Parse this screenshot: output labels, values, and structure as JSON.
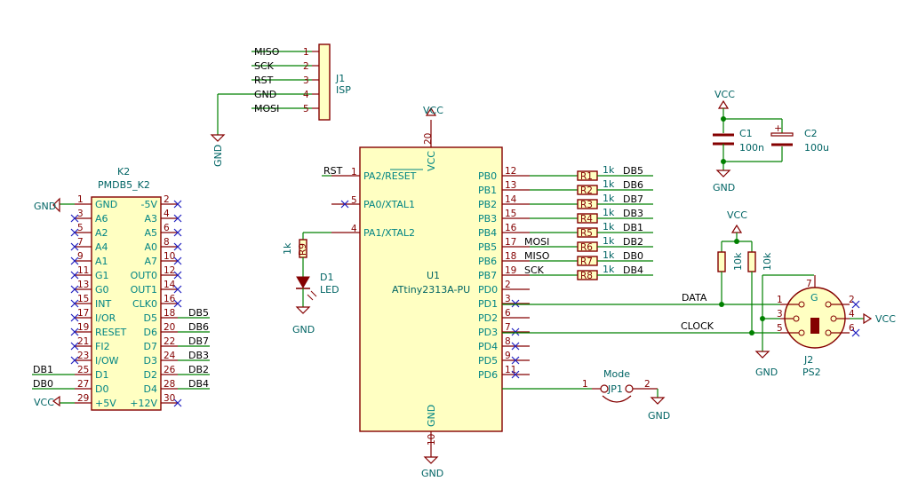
{
  "isp": {
    "ref": "J1",
    "value": "ISP",
    "pins": [
      {
        "num": "1",
        "net": "MISO"
      },
      {
        "num": "2",
        "net": "SCK"
      },
      {
        "num": "3",
        "net": "RST"
      },
      {
        "num": "4",
        "net": "GND"
      },
      {
        "num": "5",
        "net": "MOSI"
      }
    ],
    "gnd_label": "GND"
  },
  "mcu": {
    "ref": "U1",
    "value": "ATtiny2313A-PU",
    "vcc_label": "VCC",
    "vcc_pin": "20",
    "gnd_label": "GND",
    "gnd_pin": "10",
    "left_pins": [
      {
        "num": "1",
        "name": "PA2/RESET",
        "net": "RST"
      },
      {
        "num": "5",
        "name": "PA0/XTAL1",
        "net": ""
      },
      {
        "num": "4",
        "name": "PA1/XTAL2",
        "net": ""
      }
    ],
    "right_pins": [
      {
        "num": "12",
        "name": "PB0",
        "net": ""
      },
      {
        "num": "13",
        "name": "PB1",
        "net": ""
      },
      {
        "num": "14",
        "name": "PB2",
        "net": ""
      },
      {
        "num": "15",
        "name": "PB3",
        "net": ""
      },
      {
        "num": "16",
        "name": "PB4",
        "net": ""
      },
      {
        "num": "17",
        "name": "PB5",
        "net": "MOSI"
      },
      {
        "num": "18",
        "name": "PB6",
        "net": "MISO"
      },
      {
        "num": "19",
        "name": "PB7",
        "net": "SCK"
      },
      {
        "num": "2",
        "name": "PD0",
        "net": "DATA"
      },
      {
        "num": "3",
        "name": "PD1",
        "net": ""
      },
      {
        "num": "6",
        "name": "PD2",
        "net": "CLOCK"
      },
      {
        "num": "7",
        "name": "PD3",
        "net": ""
      },
      {
        "num": "8",
        "name": "PD4",
        "net": ""
      },
      {
        "num": "9",
        "name": "PD5",
        "net": ""
      },
      {
        "num": "11",
        "name": "PD6",
        "net": ""
      }
    ]
  },
  "resistors": [
    {
      "ref": "R1",
      "value": "1k",
      "net": "DB5"
    },
    {
      "ref": "R2",
      "value": "1k",
      "net": "DB6"
    },
    {
      "ref": "R3",
      "value": "1k",
      "net": "DB7"
    },
    {
      "ref": "R4",
      "value": "1k",
      "net": "DB3"
    },
    {
      "ref": "R5",
      "value": "1k",
      "net": "DB1"
    },
    {
      "ref": "R6",
      "value": "1k",
      "net": "DB2"
    },
    {
      "ref": "R7",
      "value": "1k",
      "net": "DB0"
    },
    {
      "ref": "R8",
      "value": "1k",
      "net": "DB4"
    }
  ],
  "led": {
    "r_ref": "R9",
    "r_value": "1k",
    "ref": "D1",
    "value": "LED",
    "gnd_label": "GND"
  },
  "pmod": {
    "ref": "K2",
    "value": "PMDB5_K2",
    "gnd_label": "GND",
    "vcc_label": "VCC",
    "rows": [
      {
        "ln": "1",
        "lname": "GND",
        "rname": "-5V",
        "rn": "2",
        "lnet": "",
        "rnet": ""
      },
      {
        "ln": "3",
        "lname": "A6",
        "rname": "A3",
        "rn": "4",
        "lnet": "",
        "rnet": ""
      },
      {
        "ln": "5",
        "lname": "A2",
        "rname": "A5",
        "rn": "6",
        "lnet": "",
        "rnet": ""
      },
      {
        "ln": "7",
        "lname": "A4",
        "rname": "A0",
        "rn": "8",
        "lnet": "",
        "rnet": ""
      },
      {
        "ln": "9",
        "lname": "A1",
        "rname": "A7",
        "rn": "10",
        "lnet": "",
        "rnet": ""
      },
      {
        "ln": "11",
        "lname": "G1",
        "rname": "OUT0",
        "rn": "12",
        "lnet": "",
        "rnet": ""
      },
      {
        "ln": "13",
        "lname": "G0",
        "rname": "OUT1",
        "rn": "14",
        "lnet": "",
        "rnet": ""
      },
      {
        "ln": "15",
        "lname": "INT",
        "rname": "CLK0",
        "rn": "16",
        "lnet": "",
        "rnet": ""
      },
      {
        "ln": "17",
        "lname": "I/OR",
        "rname": "D5",
        "rn": "18",
        "lnet": "",
        "rnet": "DB5"
      },
      {
        "ln": "19",
        "lname": "RESET",
        "rname": "D6",
        "rn": "20",
        "lnet": "",
        "rnet": "DB6"
      },
      {
        "ln": "21",
        "lname": "FI2",
        "rname": "D7",
        "rn": "22",
        "lnet": "",
        "rnet": "DB7"
      },
      {
        "ln": "23",
        "lname": "I/OW",
        "rname": "D3",
        "rn": "24",
        "lnet": "",
        "rnet": "DB3"
      },
      {
        "ln": "25",
        "lname": "D1",
        "rname": "D2",
        "rn": "26",
        "lnet": "DB1",
        "rnet": "DB2"
      },
      {
        "ln": "27",
        "lname": "D0",
        "rname": "D4",
        "rn": "28",
        "lnet": "DB0",
        "rnet": "DB4"
      },
      {
        "ln": "29",
        "lname": "+5V",
        "rname": "+12V",
        "rn": "30",
        "lnet": "",
        "rnet": ""
      }
    ]
  },
  "caps": {
    "vcc_label": "VCC",
    "gnd_label": "GND",
    "c1": {
      "ref": "C1",
      "value": "100n"
    },
    "c2": {
      "ref": "C2",
      "value": "100u"
    }
  },
  "ps2": {
    "ref": "J2",
    "value": "PS2",
    "g_label": "G",
    "shield_pin": "7",
    "pins": [
      {
        "num": "1",
        "net": "DATA"
      },
      {
        "num": "2",
        "net": ""
      },
      {
        "num": "3",
        "net": "GND"
      },
      {
        "num": "4",
        "net": "VCC"
      },
      {
        "num": "5",
        "net": "CLOCK"
      },
      {
        "num": "6",
        "net": ""
      }
    ],
    "pullups": [
      {
        "value": "10k"
      },
      {
        "value": "10k"
      }
    ],
    "vcc_label": "VCC",
    "vcc_right_label": "VCC",
    "gnd_label": "GND",
    "data_label": "DATA",
    "clock_label": "CLOCK"
  },
  "jumper": {
    "ref": "JP1",
    "value": "Mode",
    "pin1": "1",
    "pin2": "2",
    "gnd_label": "GND"
  }
}
